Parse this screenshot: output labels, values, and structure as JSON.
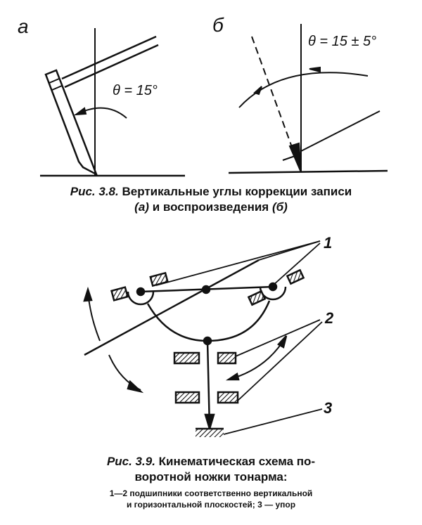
{
  "figure_3_8": {
    "label_a": "а",
    "label_b": "б",
    "theta_a": "θ = 15°",
    "theta_b": "θ = 15 ± 5°",
    "caption_prefix": "Рис. 3.8.",
    "caption_line1": "Вертикальные углы коррекции записи",
    "caption_a": "(а)",
    "caption_mid": "и воспроизведения",
    "caption_b": "(б)"
  },
  "figure_3_9": {
    "label_1": "1",
    "label_2": "2",
    "label_3": "3",
    "caption_prefix": "Рис. 3.9.",
    "caption_line1": "Кинематическая схема по-",
    "caption_line2": "воротной ножки тонарма:",
    "legend_line1": "1—2 подшипники соответственно вертикальной",
    "legend_line2": "и горизонтальной плоскостей; 3 — упор"
  }
}
